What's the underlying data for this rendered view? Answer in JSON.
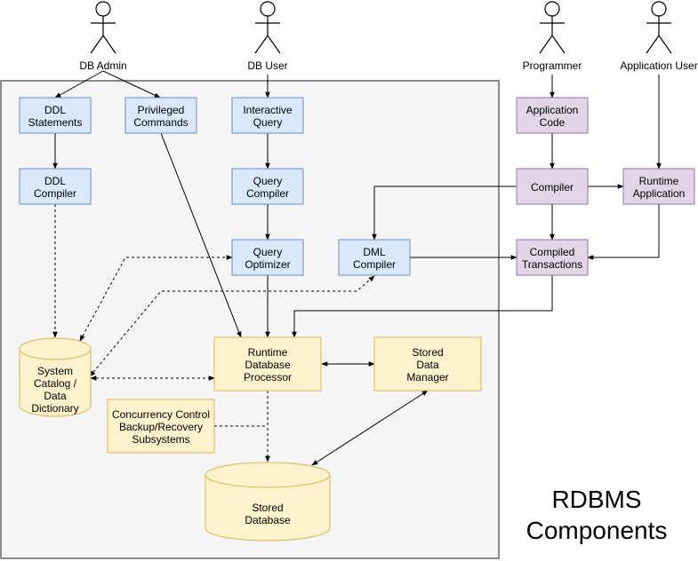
{
  "actors": {
    "db_admin": "DB Admin",
    "db_user": "DB User",
    "programmer": "Programmer",
    "application_user": "Application User"
  },
  "nodes": {
    "ddl_statements": [
      "DDL",
      "Statements"
    ],
    "privileged_commands": [
      "Privileged",
      "Commands"
    ],
    "interactive_query": [
      "Interactive",
      "Query"
    ],
    "ddl_compiler": [
      "DDL",
      "Compiler"
    ],
    "query_compiler": [
      "Query",
      "Compiler"
    ],
    "query_optimizer": [
      "Query",
      "Optimizer"
    ],
    "dml_compiler": [
      "DML",
      "Compiler"
    ],
    "application_code": [
      "Application",
      "Code"
    ],
    "compiler": [
      "Compiler"
    ],
    "runtime_application": [
      "Runtime",
      "Application"
    ],
    "compiled_transactions": [
      "Compiled",
      "Transactions"
    ],
    "system_catalog": [
      "System",
      "Catalog /",
      "Data",
      "Dictionary"
    ],
    "runtime_db_processor": [
      "Runtime",
      "Database",
      "Processor"
    ],
    "stored_data_manager": [
      "Stored",
      "Data",
      "Manager"
    ],
    "concurrency_control": [
      "Concurrency Control",
      "Backup/Recovery",
      "Subsystems"
    ],
    "stored_database": [
      "Stored",
      "Database"
    ]
  },
  "title": [
    "RDBMS",
    "Components"
  ],
  "colors": {
    "blue_fill": "#dae8fc",
    "blue_stroke": "#6c8ebf",
    "purple_fill": "#e1d5e7",
    "purple_stroke": "#9673a6",
    "yellow_fill": "#fff2cc",
    "yellow_stroke": "#d6b656",
    "container_fill": "#f5f5f5",
    "container_stroke": "#666666"
  }
}
